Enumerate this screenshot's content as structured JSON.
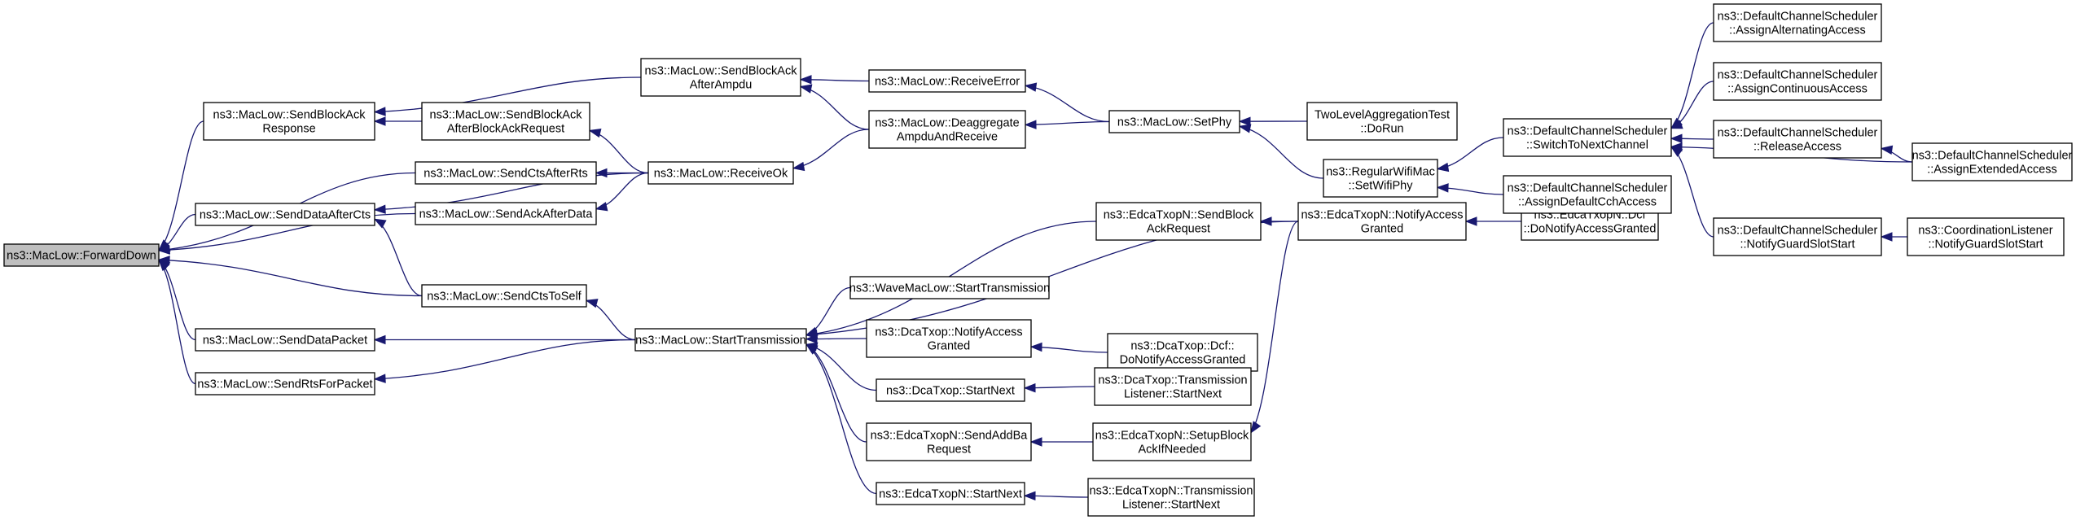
{
  "diagram": {
    "nodes": [
      {
        "id": "forwarddown",
        "lines": [
          "ns3::MacLow::ForwardDown"
        ],
        "root": true
      },
      {
        "id": "sendblockackresponse",
        "lines": [
          "ns3::MacLow::SendBlockAck",
          "Response"
        ]
      },
      {
        "id": "sendctsafterrts",
        "lines": [
          "ns3::MacLow::SendCtsAfterRts"
        ]
      },
      {
        "id": "sendackafterdata",
        "lines": [
          "ns3::MacLow::SendAckAfterData"
        ]
      },
      {
        "id": "senddataafterctsm",
        "lines": [
          "ns3::MacLow::SendDataAfterCts"
        ]
      },
      {
        "id": "senddatapacket",
        "lines": [
          "ns3::MacLow::SendDataPacket"
        ]
      },
      {
        "id": "sendrtsforpacket",
        "lines": [
          "ns3::MacLow::SendRtsForPacket"
        ]
      },
      {
        "id": "sendblockackafterbar",
        "lines": [
          "ns3::MacLow::SendBlockAck",
          "AfterBlockAckRequest"
        ]
      },
      {
        "id": "sendctstoself",
        "lines": [
          "ns3::MacLow::SendCtsToSelf"
        ]
      },
      {
        "id": "sendblockackafterampdu",
        "lines": [
          "ns3::MacLow::SendBlockAck",
          "AfterAmpdu"
        ]
      },
      {
        "id": "receiveok",
        "lines": [
          "ns3::MacLow::ReceiveOk"
        ]
      },
      {
        "id": "starttransmission",
        "lines": [
          "ns3::MacLow::StartTransmission"
        ]
      },
      {
        "id": "receiveerror",
        "lines": [
          "ns3::MacLow::ReceiveError"
        ]
      },
      {
        "id": "deaggregate",
        "lines": [
          "ns3::MacLow::Deaggregate",
          "AmpduAndReceive"
        ]
      },
      {
        "id": "wavestarttx",
        "lines": [
          "ns3::WaveMacLow::StartTransmission"
        ]
      },
      {
        "id": "dcanotifyaccess",
        "lines": [
          "ns3::DcaTxop::NotifyAccess",
          "Granted"
        ]
      },
      {
        "id": "dcastartnext",
        "lines": [
          "ns3::DcaTxop::StartNext"
        ]
      },
      {
        "id": "edcasendaddba",
        "lines": [
          "ns3::EdcaTxopN::SendAddBa",
          "Request"
        ]
      },
      {
        "id": "edcastartnext",
        "lines": [
          "ns3::EdcaTxopN::StartNext"
        ]
      },
      {
        "id": "edcasendblockack",
        "lines": [
          "ns3::EdcaTxopN::SendBlock",
          "AckRequest"
        ]
      },
      {
        "id": "dcadonotify",
        "lines": [
          "ns3::DcaTxop::Dcf::",
          "DoNotifyAccessGranted"
        ]
      },
      {
        "id": "dcatxlistener",
        "lines": [
          "ns3::DcaTxop::Transmission",
          "Listener::StartNext"
        ]
      },
      {
        "id": "edcasetupblockack",
        "lines": [
          "ns3::EdcaTxopN::SetupBlock",
          "AckIfNeeded"
        ]
      },
      {
        "id": "edcatxlistener",
        "lines": [
          "ns3::EdcaTxopN::Transmission",
          "Listener::StartNext"
        ]
      },
      {
        "id": "setphy",
        "lines": [
          "ns3::MacLow::SetPhy"
        ]
      },
      {
        "id": "edcanotifyaccess",
        "lines": [
          "ns3::EdcaTxopN::NotifyAccess",
          "Granted"
        ]
      },
      {
        "id": "twolevelaggr",
        "lines": [
          "TwoLevelAggregationTest",
          "::DoRun"
        ]
      },
      {
        "id": "regularwifimac",
        "lines": [
          "ns3::RegularWifiMac",
          "::SetWifiPhy"
        ]
      },
      {
        "id": "edcadcfdonotify",
        "lines": [
          "ns3::EdcaTxopN::Dcf",
          "::DoNotifyAccessGranted"
        ]
      },
      {
        "id": "switchtonext",
        "lines": [
          "ns3::DefaultChannelScheduler",
          "::SwitchToNextChannel"
        ]
      },
      {
        "id": "assigndefaultcch",
        "lines": [
          "ns3::DefaultChannelScheduler",
          "::AssignDefaultCchAccess"
        ]
      },
      {
        "id": "assignalternating",
        "lines": [
          "ns3::DefaultChannelScheduler",
          "::AssignAlternatingAccess"
        ]
      },
      {
        "id": "assigncontinuous",
        "lines": [
          "ns3::DefaultChannelScheduler",
          "::AssignContinuousAccess"
        ]
      },
      {
        "id": "releaseaccess",
        "lines": [
          "ns3::DefaultChannelScheduler",
          "::ReleaseAccess"
        ]
      },
      {
        "id": "notifyguardslot",
        "lines": [
          "ns3::DefaultChannelScheduler",
          "::NotifyGuardSlotStart"
        ]
      },
      {
        "id": "assignextended",
        "lines": [
          "ns3::DefaultChannelScheduler",
          "::AssignExtendedAccess"
        ]
      },
      {
        "id": "coordlistener",
        "lines": [
          "ns3::CoordinationListener",
          "::NotifyGuardSlotStart"
        ]
      }
    ],
    "edges": [
      {
        "from": "sendblockackresponse",
        "to": "forwarddown"
      },
      {
        "from": "sendctsafterrts",
        "to": "forwarddown"
      },
      {
        "from": "sendackafterdata",
        "to": "forwarddown"
      },
      {
        "from": "senddataafterctsm",
        "to": "forwarddown"
      },
      {
        "from": "senddatapacket",
        "to": "forwarddown"
      },
      {
        "from": "sendrtsforpacket",
        "to": "forwarddown"
      },
      {
        "from": "sendctstoself",
        "to": "forwarddown"
      },
      {
        "from": "sendblockackafterbar",
        "to": "sendblockackresponse"
      },
      {
        "from": "sendblockackafterampdu",
        "to": "sendblockackresponse"
      },
      {
        "from": "receiveok",
        "to": "sendctsafterrts"
      },
      {
        "from": "receiveok",
        "to": "sendackafterdata"
      },
      {
        "from": "receiveok",
        "to": "senddataafterctsm"
      },
      {
        "from": "receiveok",
        "to": "sendblockackafterbar"
      },
      {
        "from": "sendctstoself",
        "to": "senddataafterctsm"
      },
      {
        "from": "starttransmission",
        "to": "sendctstoself"
      },
      {
        "from": "starttransmission",
        "to": "senddatapacket"
      },
      {
        "from": "starttransmission",
        "to": "sendrtsforpacket"
      },
      {
        "from": "deaggregate",
        "to": "sendblockackafterampdu"
      },
      {
        "from": "receiveerror",
        "to": "sendblockackafterampdu"
      },
      {
        "from": "deaggregate",
        "to": "receiveok"
      },
      {
        "from": "setphy",
        "to": "receiveerror"
      },
      {
        "from": "setphy",
        "to": "deaggregate"
      },
      {
        "from": "twolevelaggr",
        "to": "setphy"
      },
      {
        "from": "regularwifimac",
        "to": "setphy"
      },
      {
        "from": "switchtonext",
        "to": "regularwifimac"
      },
      {
        "from": "assigndefaultcch",
        "to": "regularwifimac"
      },
      {
        "from": "wavestarttx",
        "to": "starttransmission"
      },
      {
        "from": "dcanotifyaccess",
        "to": "starttransmission"
      },
      {
        "from": "dcastartnext",
        "to": "starttransmission"
      },
      {
        "from": "edcasendaddba",
        "to": "starttransmission"
      },
      {
        "from": "edcastartnext",
        "to": "starttransmission"
      },
      {
        "from": "edcasendblockack",
        "to": "starttransmission"
      },
      {
        "from": "edcanotifyaccess",
        "to": "starttransmission"
      },
      {
        "from": "dcadonotify",
        "to": "dcanotifyaccess"
      },
      {
        "from": "dcatxlistener",
        "to": "dcastartnext"
      },
      {
        "from": "edcasetupblockack",
        "to": "edcasendaddba"
      },
      {
        "from": "edcatxlistener",
        "to": "edcastartnext"
      },
      {
        "from": "edcanotifyaccess",
        "to": "edcasendblockack"
      },
      {
        "from": "edcanotifyaccess",
        "to": "edcasetupblockack"
      },
      {
        "from": "edcadcfdonotify",
        "to": "edcanotifyaccess"
      },
      {
        "from": "assignalternating",
        "to": "switchtonext"
      },
      {
        "from": "assigncontinuous",
        "to": "switchtonext"
      },
      {
        "from": "releaseaccess",
        "to": "switchtonext"
      },
      {
        "from": "assignextended",
        "to": "switchtonext"
      },
      {
        "from": "notifyguardslot",
        "to": "switchtonext"
      },
      {
        "from": "assignextended",
        "to": "releaseaccess"
      },
      {
        "from": "coordlistener",
        "to": "notifyguardslot"
      }
    ]
  }
}
